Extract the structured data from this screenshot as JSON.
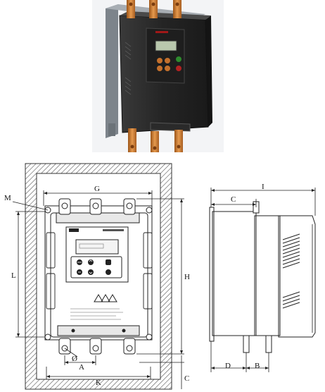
{
  "labels": {
    "M": "M",
    "G": "G",
    "L": "L",
    "H": "H",
    "A": "A",
    "K": "K",
    "phi": "Ø",
    "I": "I",
    "C_top": "C",
    "C_side": "C",
    "D": "D",
    "B": "B"
  },
  "colors": {
    "enclosure": "#2b2b2b",
    "heatsink": "#8f959b",
    "busbar": "#c8752a",
    "lcd": "#c9d7c0",
    "line": "#222222"
  }
}
